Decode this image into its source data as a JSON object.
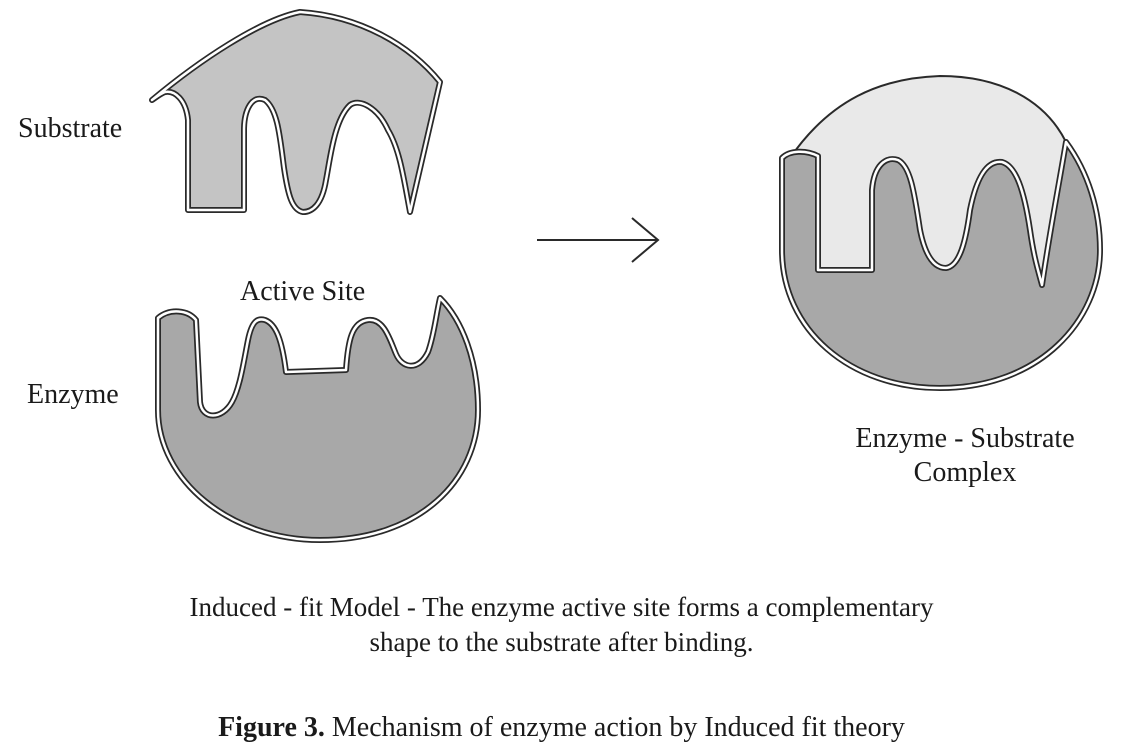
{
  "labels": {
    "substrate": "Substrate",
    "active_site": "Active Site",
    "enzyme": "Enzyme",
    "complex_line1": "Enzyme - Substrate",
    "complex_line2": "Complex"
  },
  "caption": {
    "line1": "Induced - fit Model - The enzyme active site forms a complementary",
    "line2": "shape to the substrate after binding."
  },
  "figure": {
    "number": "Figure 3.",
    "title": "Mechanism of enzyme action by Induced fit theory"
  },
  "colors": {
    "enzyme_fill": "#a8a8a8",
    "substrate_fill": "#c4c4c4",
    "complex_substrate_fill": "#e9e9e9",
    "outline": "#2a2a2a",
    "background": "#ffffff"
  }
}
